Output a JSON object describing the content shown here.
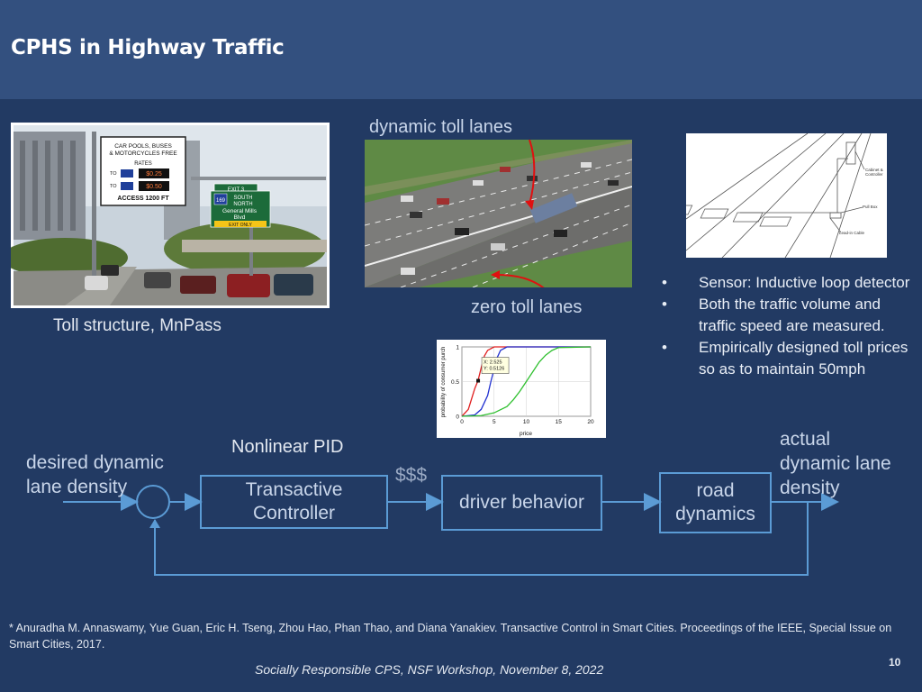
{
  "slide": {
    "title": "CPHS in Highway Traffic",
    "page_number": "10"
  },
  "images": {
    "toll_sign_caption": "Toll structure, MnPass",
    "dynamic_toll_label": "dynamic toll lanes",
    "zero_toll_label": "zero toll lanes",
    "sign": {
      "line1": "CAR POOLS, BUSES",
      "line2": "& MOTORCYCLES FREE",
      "rates": "RATES",
      "price1": "$0.25",
      "price2": "$0.50",
      "access": "ACCESS 1200 FT",
      "exit": "EXIT 3",
      "route": "169",
      "direction": "SOUTH",
      "direction2": "NORTH",
      "dest1": "General Mills",
      "dest2": "Blvd",
      "exit_only": "EXIT ONLY",
      "to": "TO"
    },
    "detector": {
      "cabinet": "Cabinet &",
      "controller": "Controller",
      "pull_box": "Pull Box",
      "lead_in": "Lead-in Cable"
    }
  },
  "bullets": [
    "Sensor: Inductive loop detector",
    "Both the traffic volume and traffic speed are measured.",
    "Empirically designed toll prices so as to maintain 50mph"
  ],
  "bullet_marker": "•",
  "chart_data": {
    "type": "line",
    "xlabel": "price",
    "ylabel": "probability of consumer purch",
    "xlim": [
      0,
      20
    ],
    "ylim": [
      0,
      1
    ],
    "xticks": [
      "0",
      "5",
      "10",
      "15",
      "20"
    ],
    "yticks": [
      "0",
      "0.5",
      "1"
    ],
    "grid": true,
    "series": [
      {
        "color": "#e02020",
        "x": [
          0,
          1,
          1.5,
          2,
          2.5,
          3,
          3.5,
          4,
          5,
          6,
          20
        ],
        "y": [
          0,
          0.1,
          0.25,
          0.4,
          0.5126,
          0.7,
          0.87,
          0.95,
          1,
          1,
          1
        ]
      },
      {
        "color": "#2030d0",
        "x": [
          0,
          2,
          3,
          4,
          4.5,
          5,
          5.5,
          6,
          7,
          8,
          20
        ],
        "y": [
          0,
          0.02,
          0.1,
          0.3,
          0.5,
          0.68,
          0.85,
          0.95,
          1,
          1,
          1
        ]
      },
      {
        "color": "#30c030",
        "x": [
          0,
          3,
          5,
          7,
          8,
          9,
          10,
          11,
          12,
          13,
          14,
          15,
          20
        ],
        "y": [
          0,
          0.01,
          0.05,
          0.14,
          0.24,
          0.36,
          0.5,
          0.64,
          0.78,
          0.88,
          0.95,
          0.99,
          1
        ]
      }
    ],
    "marker": {
      "x": 2.525,
      "y": 0.5126
    },
    "datatip": {
      "line1": "X: 2.525",
      "line2": "Y: 0.5126"
    }
  },
  "diagram": {
    "heading": "Nonlinear PID",
    "input_label_line1": "desired dynamic",
    "input_label_line2": "lane density",
    "controller_line1": "Transactive",
    "controller_line2": "Controller",
    "money_label": "$$$",
    "driver_behavior": "driver behavior",
    "road_line1": "road",
    "road_line2": "dynamics",
    "output_line1": "actual",
    "output_line2": "dynamic lane",
    "output_line3": "density"
  },
  "footnote": "* Anuradha M. Annaswamy, Yue Guan, Eric H. Tseng, Zhou Hao, Phan Thao, and Diana Yanakiev. Transactive Control in Smart Cities. Proceedings of the IEEE, Special Issue on Smart Cities, 2017.",
  "footer": "Socially Responsible CPS, NSF Workshop, November 8, 2022"
}
